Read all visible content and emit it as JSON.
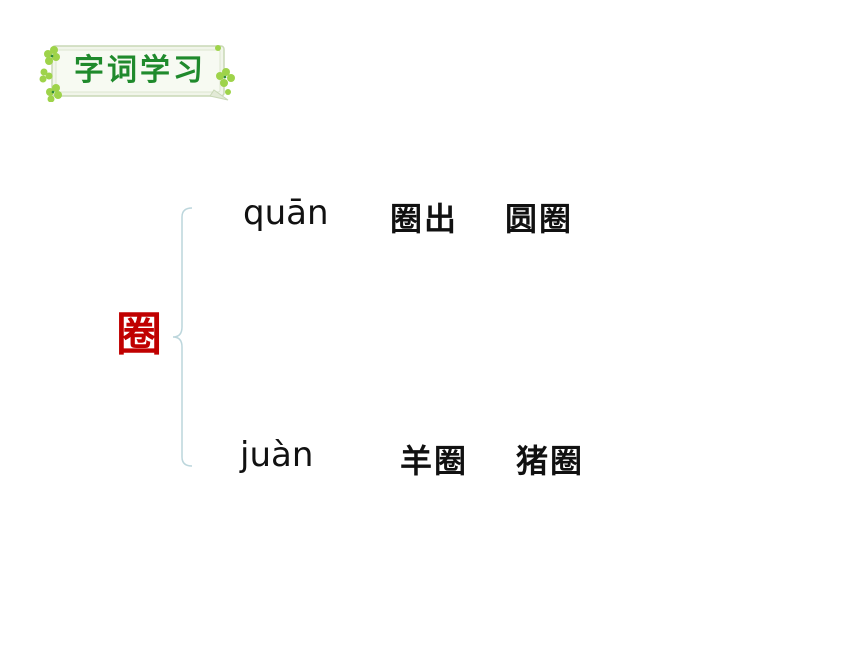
{
  "banner": {
    "title": "字词学习"
  },
  "character": "圈",
  "readings": [
    {
      "pinyin": "quān",
      "words": [
        "圈出",
        "圆圈"
      ]
    },
    {
      "pinyin": "juàn",
      "words": [
        "羊圈",
        "猪圈"
      ]
    }
  ],
  "colors": {
    "character": "#c00000",
    "banner_text": "#1f8a2c",
    "banner_fill": "#eef3e6",
    "leaf": "#9ed34a",
    "brace": "#bcd6dc"
  }
}
